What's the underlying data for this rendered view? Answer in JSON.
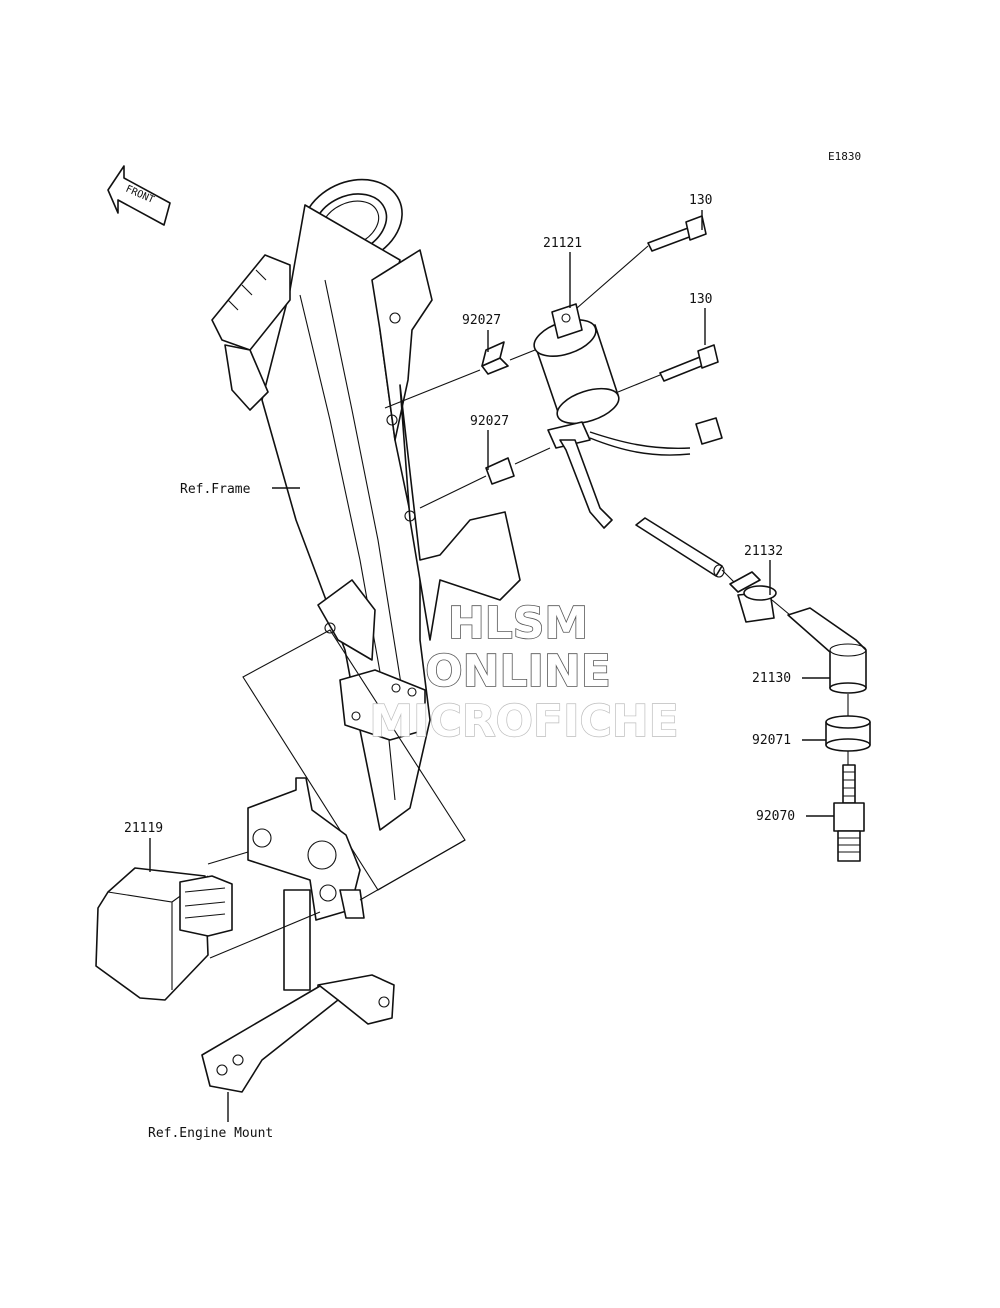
{
  "diagram_code": "E1830",
  "front_arrow_label": "FRONT",
  "labels": {
    "bolt_upper": "130",
    "bolt_lower": "130",
    "ignition_coil": "21121",
    "spacer_upper": "92027",
    "spacer_lower": "92027",
    "plug_seal": "21132",
    "plug_cap": "21130",
    "washer": "92071",
    "spark_plug": "92070",
    "cdi_unit": "21119",
    "ref_frame": "Ref.Frame",
    "ref_engine_mount": "Ref.Engine Mount"
  },
  "watermark": {
    "line1": "HLSM",
    "line2": "ONLINE",
    "line3": "MICROFICHE"
  }
}
